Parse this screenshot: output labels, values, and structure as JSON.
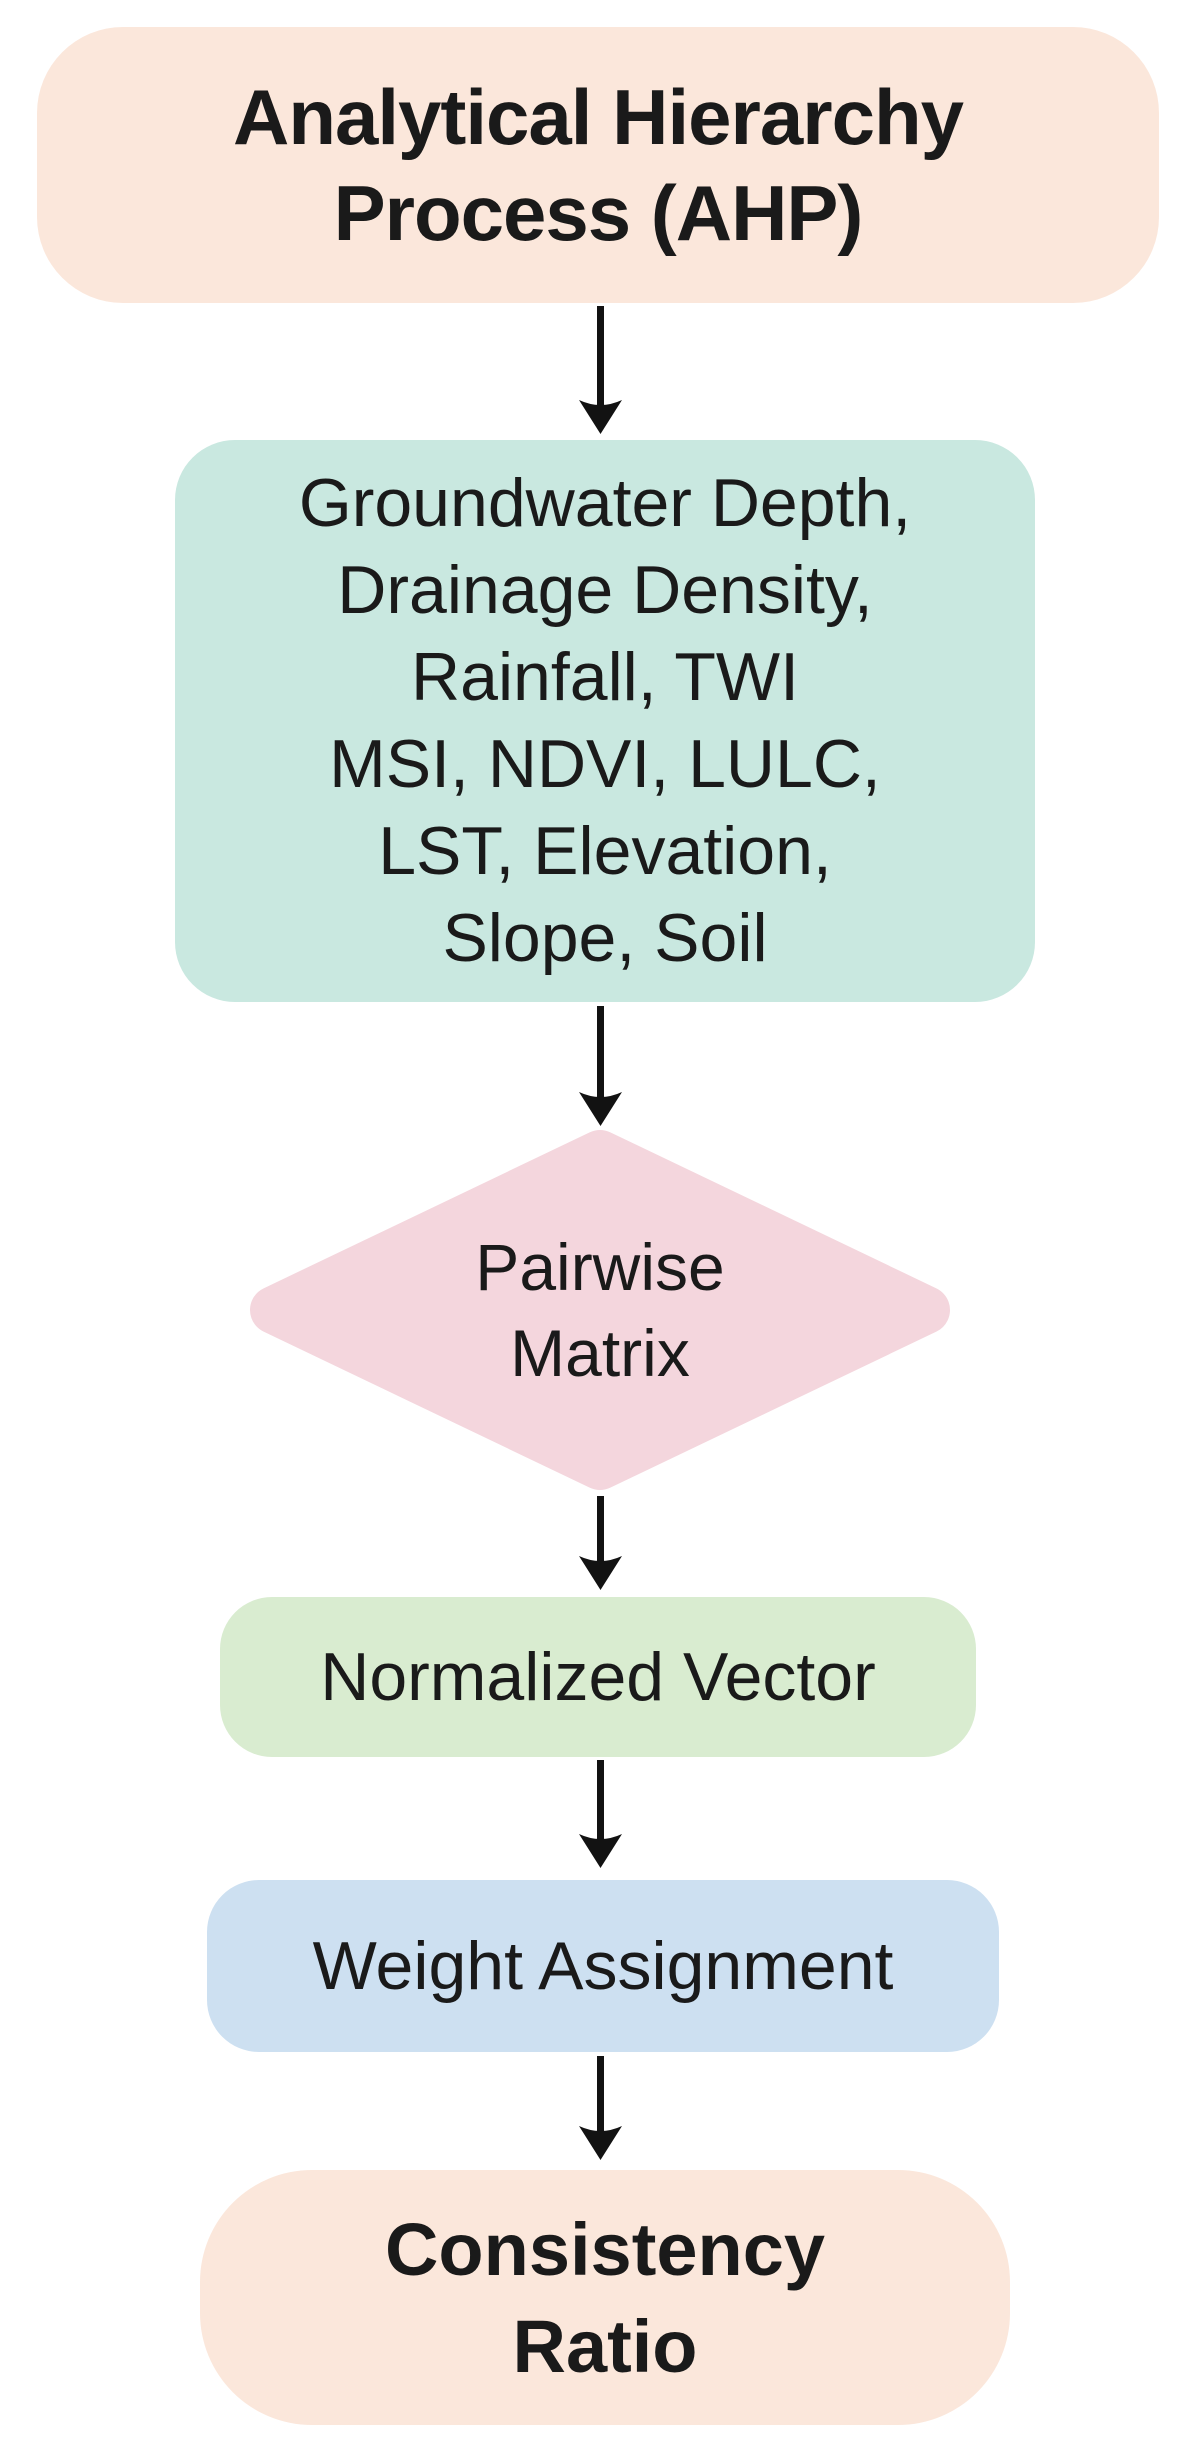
{
  "colors": {
    "canvas": "#ffffff",
    "peach": "#fbe7db",
    "teal": "#c9e8e0",
    "pink": "#f4d6dd",
    "green": "#d9ecd0",
    "blue": "#cde0f1",
    "text": "#1a1a1a",
    "arrow": "#121212"
  },
  "flowchart": {
    "nodes": {
      "ahp": {
        "line1": "Analytical Hierarchy",
        "line2": "Process (AHP)"
      },
      "criteria": {
        "line1": "Groundwater Depth,",
        "line2": "Drainage Density,",
        "line3": "Rainfall, TWI",
        "line4": "MSI, NDVI, LULC,",
        "line5": "LST, Elevation,",
        "line6": "Slope, Soil"
      },
      "pairwise": {
        "line1": "Pairwise",
        "line2": "Matrix"
      },
      "normalized": {
        "label": "Normalized Vector"
      },
      "weight": {
        "label": "Weight Assignment"
      },
      "consistency": {
        "line1": "Consistency",
        "line2": "Ratio"
      }
    }
  }
}
